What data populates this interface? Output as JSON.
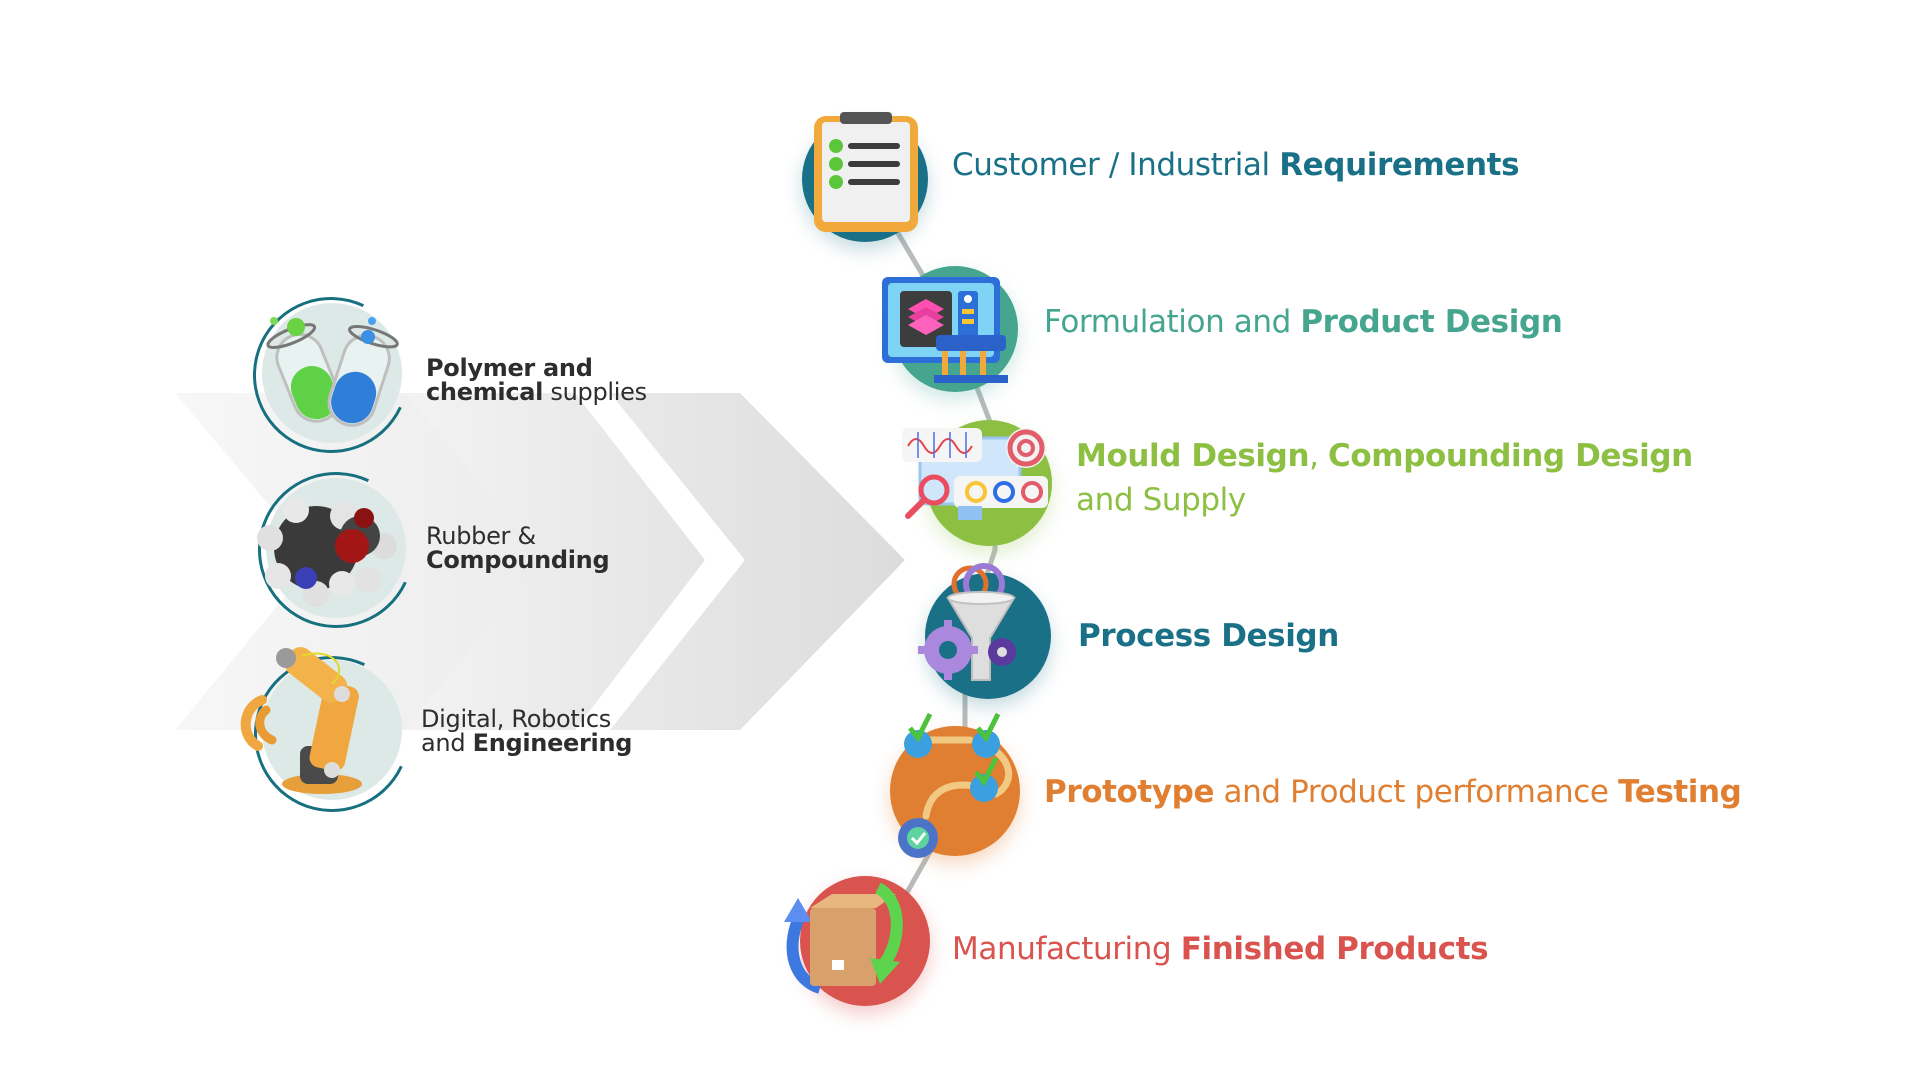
{
  "inputs": [
    {
      "id": "polymer",
      "line1_bold": "Polymer and",
      "line2_bold": "chemical",
      "line2_regular": " supplies",
      "icon": "test-tubes-icon"
    },
    {
      "id": "rubber",
      "line1_regular": "Rubber &",
      "line2_bold": "Compounding",
      "icon": "molecule-icon"
    },
    {
      "id": "digital",
      "line1_regular": "Digital, Robotics",
      "line2_regular": "and ",
      "line2_bold": "Engineering",
      "icon": "robot-arm-icon"
    }
  ],
  "steps": [
    {
      "id": "requirements",
      "color": "#1a7187",
      "parts": [
        {
          "t": "Customer / Industrial ",
          "b": false
        },
        {
          "t": "Requirements",
          "b": true
        }
      ],
      "icon": "clipboard-checklist-icon"
    },
    {
      "id": "formulation",
      "color": "#45a58f",
      "parts": [
        {
          "t": "Formulation and ",
          "b": false
        },
        {
          "t": "Product Design",
          "b": true
        }
      ],
      "icon": "design-monitor-icon"
    },
    {
      "id": "mould",
      "color": "#8dbf42",
      "line1": [
        {
          "t": "Mould Design",
          "b": true
        },
        {
          "t": ", ",
          "b": false
        },
        {
          "t": "Compounding Design",
          "b": true
        }
      ],
      "line2": "and Supply",
      "icon": "analytics-dashboard-icon"
    },
    {
      "id": "process",
      "color": "#1a7187",
      "parts": [
        {
          "t": "Process Design",
          "b": true
        }
      ],
      "icon": "funnel-gears-icon"
    },
    {
      "id": "prototype",
      "color": "#e07f31",
      "parts": [
        {
          "t": "Prototype",
          "b": true
        },
        {
          "t": " and Product performance ",
          "b": false
        },
        {
          "t": "Testing",
          "b": true
        }
      ],
      "icon": "workflow-gears-icon"
    },
    {
      "id": "manufacturing",
      "color": "#d9534f",
      "parts": [
        {
          "t": "Manufacturing ",
          "b": false
        },
        {
          "t": "Finished Products",
          "b": true
        }
      ],
      "icon": "box-cycle-icon"
    }
  ],
  "colors": {
    "teal": "#1a7187",
    "green_teal": "#45a58f",
    "lime": "#8dbf42",
    "orange": "#e07f31",
    "red": "#d9534f",
    "left_text": "#2d2d2d",
    "left_ring": "#17707f"
  }
}
